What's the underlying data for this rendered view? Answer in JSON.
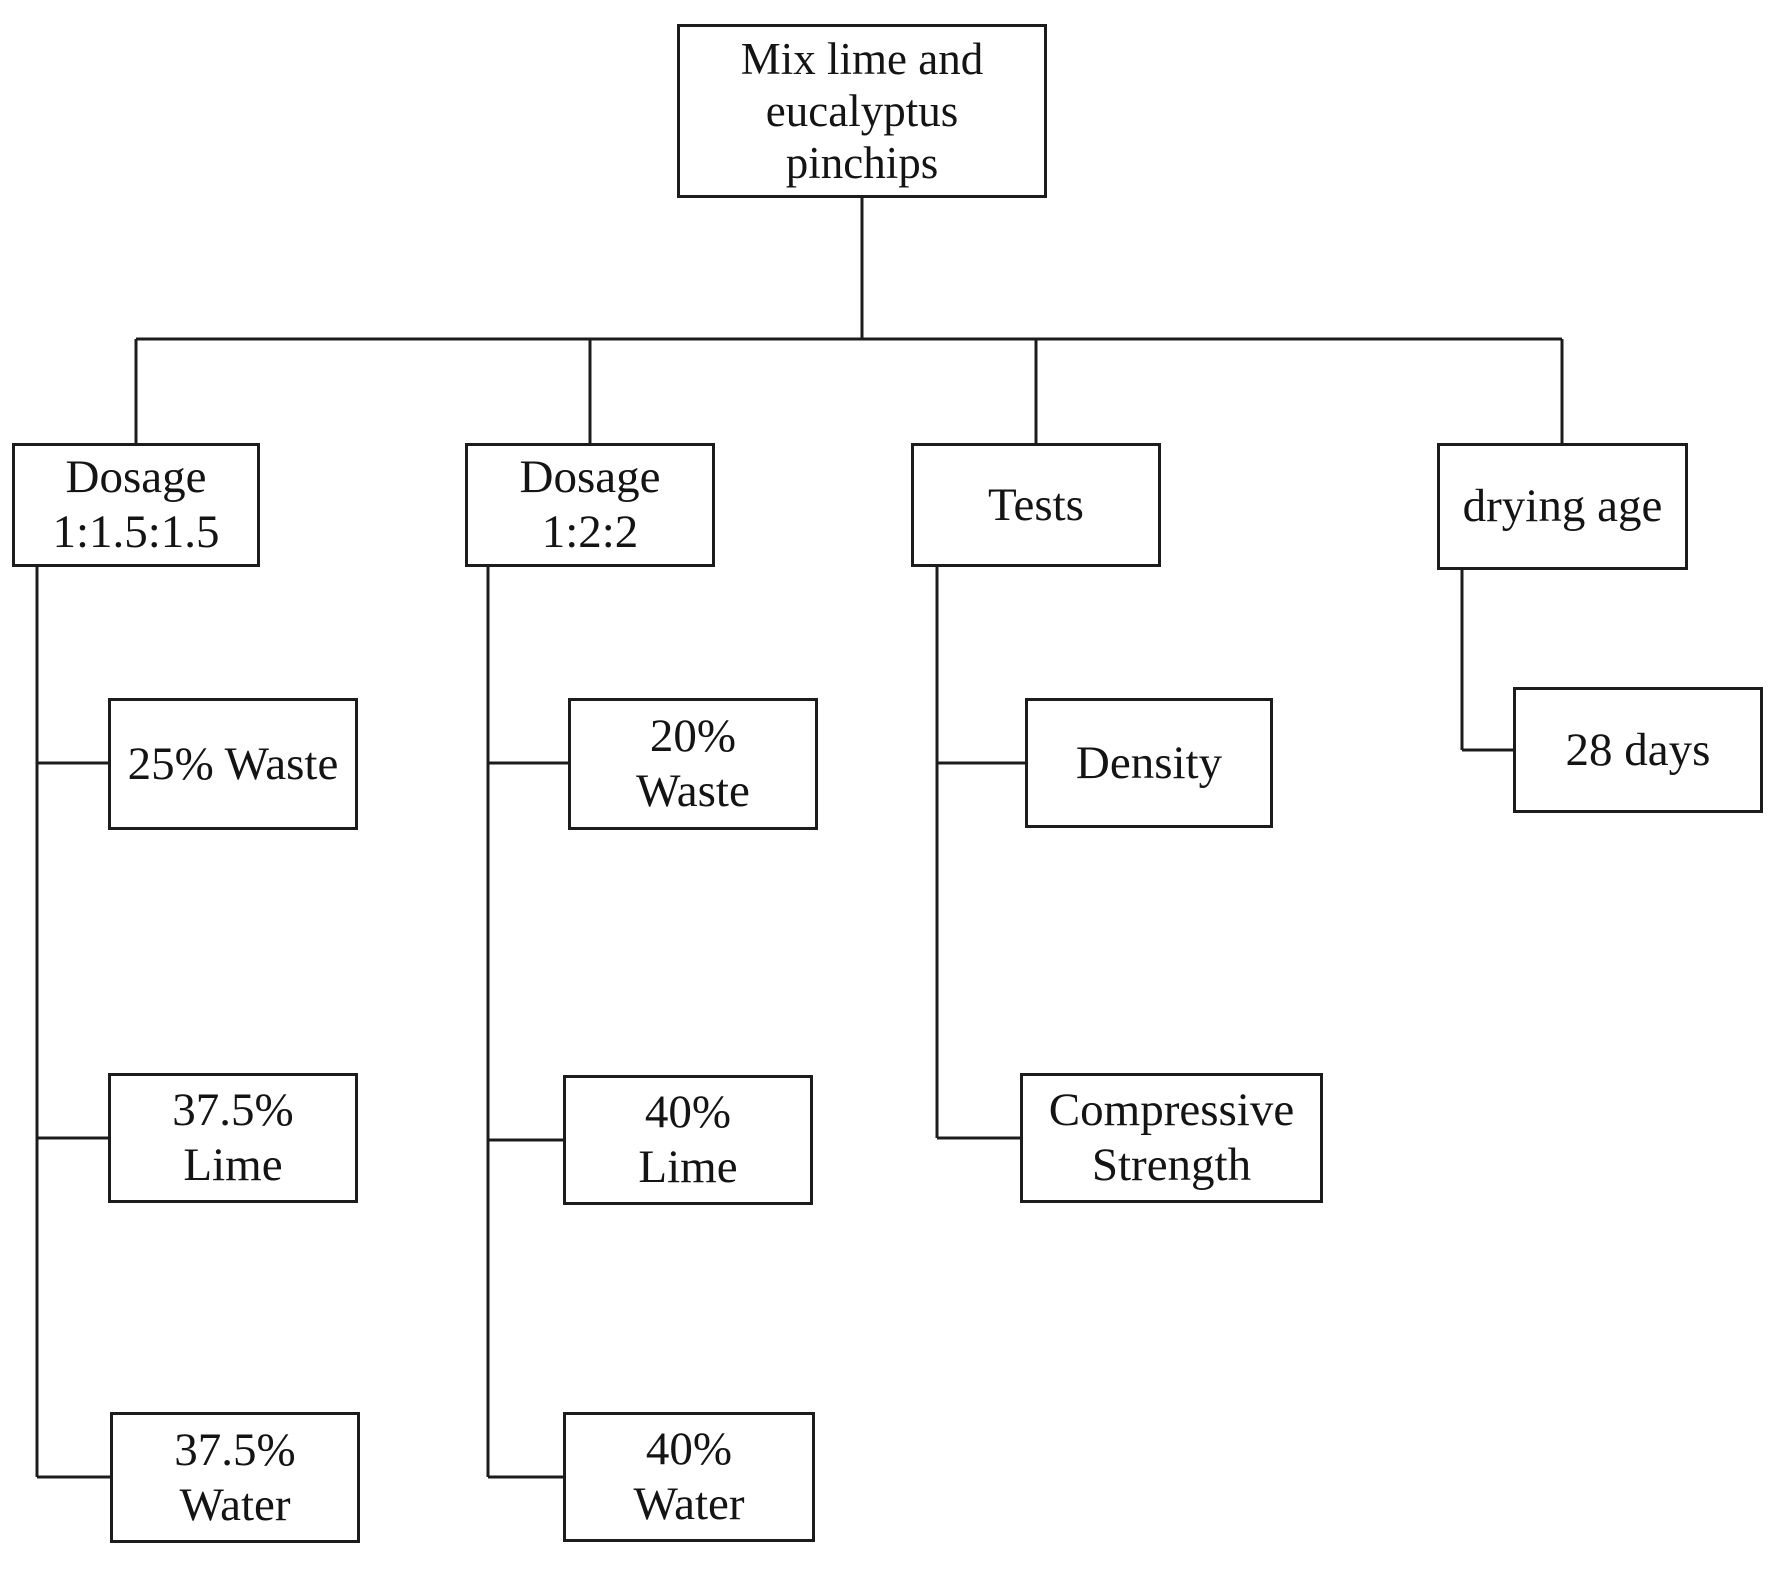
{
  "diagram": {
    "type": "flowchart",
    "background_color": "#ffffff",
    "line_color": "#1c1c1c",
    "nodes": {
      "root": {
        "label": "Mix lime and\neucalyptus\npinchips"
      },
      "dosage1": {
        "label": "Dosage\n1:1.5:1.5"
      },
      "dosage2": {
        "label": "Dosage\n1:2:2"
      },
      "tests": {
        "label": "Tests"
      },
      "drying_age": {
        "label": "drying age"
      },
      "waste25": {
        "label": "25% Waste"
      },
      "lime375": {
        "label": "37.5%\nLime"
      },
      "water375": {
        "label": "37.5%\nWater"
      },
      "waste20": {
        "label": "20%\nWaste"
      },
      "lime40": {
        "label": "40%\nLime"
      },
      "water40": {
        "label": "40%\nWater"
      },
      "density": {
        "label": "Density"
      },
      "compressive": {
        "label": "Compressive\nStrength"
      },
      "days28": {
        "label": "28 days"
      }
    },
    "edges": [
      {
        "from": "root",
        "to": "dosage1"
      },
      {
        "from": "root",
        "to": "dosage2"
      },
      {
        "from": "root",
        "to": "tests"
      },
      {
        "from": "root",
        "to": "drying_age"
      },
      {
        "from": "dosage1",
        "to": "waste25"
      },
      {
        "from": "dosage1",
        "to": "lime375"
      },
      {
        "from": "dosage1",
        "to": "water375"
      },
      {
        "from": "dosage2",
        "to": "waste20"
      },
      {
        "from": "dosage2",
        "to": "lime40"
      },
      {
        "from": "dosage2",
        "to": "water40"
      },
      {
        "from": "tests",
        "to": "density"
      },
      {
        "from": "tests",
        "to": "compressive"
      },
      {
        "from": "drying_age",
        "to": "days28"
      }
    ]
  }
}
